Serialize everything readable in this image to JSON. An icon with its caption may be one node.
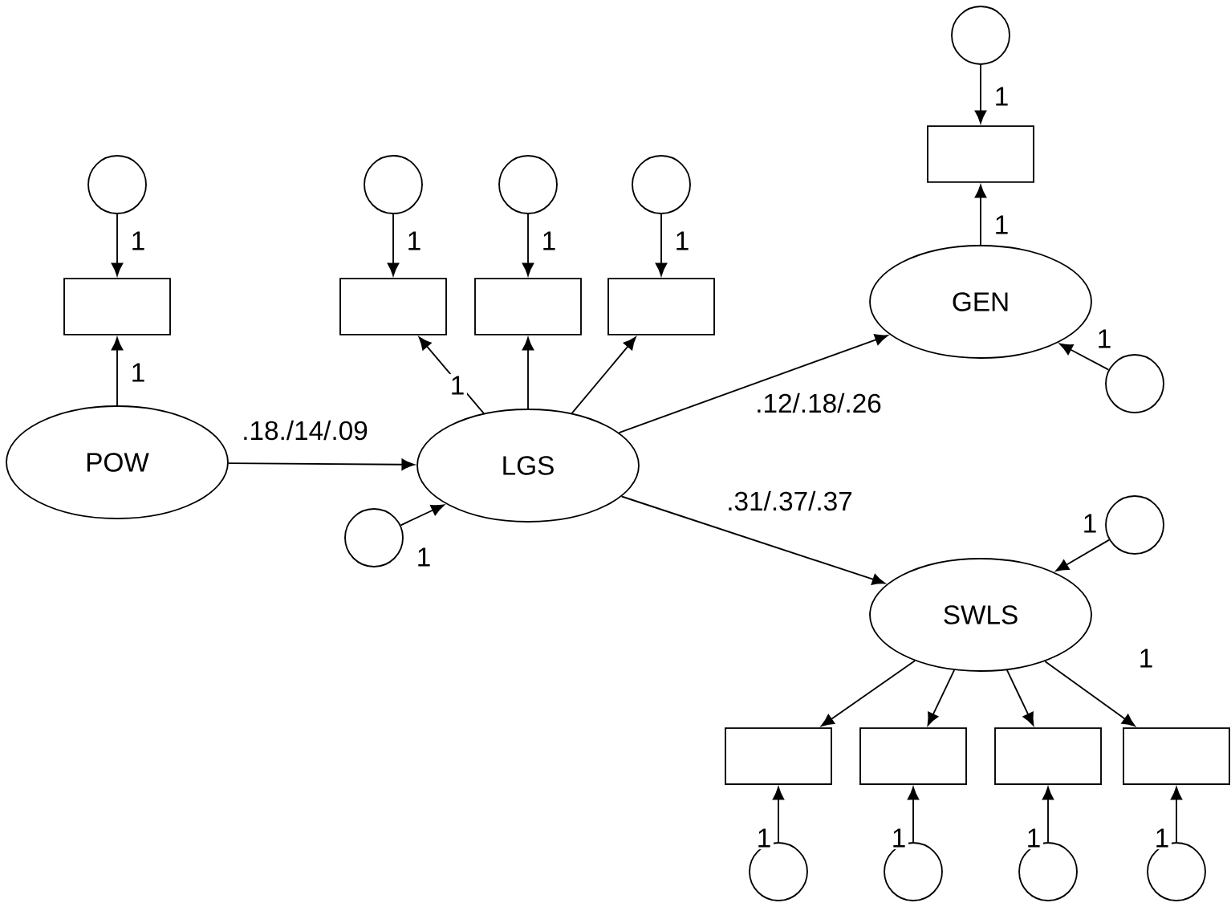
{
  "diagram": {
    "nodes": [
      {
        "text": [
          "POW"
        ]
      },
      {
        "text": [
          "LGS"
        ]
      },
      {
        "text": [
          "GEN"
        ]
      },
      {
        "text": [
          "SWLS"
        ]
      },
      {
        "text": [],
        "shape": "box"
      },
      {
        "text": [],
        "shape": "box"
      },
      {
        "text": [],
        "shape": "box"
      },
      {
        "text": [],
        "shape": "box"
      },
      {
        "text": [],
        "shape": "box"
      },
      {
        "text": [],
        "shape": "box"
      },
      {
        "text": [],
        "shape": "box"
      },
      {
        "text": [],
        "shape": "box"
      },
      {
        "text": [],
        "shape": "box"
      },
      {
        "text": [],
        "shape": "circle"
      },
      {
        "text": [],
        "shape": "circle"
      },
      {
        "text": [],
        "shape": "circle"
      },
      {
        "text": [],
        "shape": "circle"
      },
      {
        "text": [],
        "shape": "circle"
      },
      {
        "text": [],
        "shape": "circle"
      },
      {
        "text": [],
        "shape": "circle"
      },
      {
        "text": [],
        "shape": "circle"
      },
      {
        "text": [],
        "shape": "circle"
      },
      {
        "text": [],
        "shape": "circle"
      },
      {
        "text": [],
        "shape": "circle"
      },
      {
        "text": [],
        "shape": "circle"
      }
    ],
    "edges": [
      {
        "from": 13,
        "to": 4,
        "arrow": "to",
        "label": "1"
      },
      {
        "from": 0,
        "to": 4,
        "arrow": "to",
        "label": "1"
      },
      {
        "from": 0,
        "to": 1,
        "arrow": "to",
        "label": ".18./14/.09"
      },
      {
        "from": 14,
        "to": 5,
        "arrow": "to",
        "label": "1"
      },
      {
        "from": 15,
        "to": 6,
        "arrow": "to",
        "label": "1"
      },
      {
        "from": 16,
        "to": 7,
        "arrow": "to",
        "label": "1"
      },
      {
        "from": 1,
        "to": 5,
        "arrow": "to",
        "label": "1"
      },
      {
        "from": 1,
        "to": 6,
        "arrow": "to"
      },
      {
        "from": 1,
        "to": 7,
        "arrow": "to"
      },
      {
        "from": 17,
        "to": 1,
        "arrow": "to",
        "label": "1"
      },
      {
        "from": 1,
        "to": 2,
        "arrow": "to",
        "label": ".12/.18/.26"
      },
      {
        "from": 1,
        "to": 3,
        "arrow": "to",
        "label": ".31/.37/.37"
      },
      {
        "from": 18,
        "to": 8,
        "arrow": "to",
        "label": "1"
      },
      {
        "from": 2,
        "to": 8,
        "arrow": "to",
        "label": "1"
      },
      {
        "from": 19,
        "to": 2,
        "arrow": "to",
        "label": "1"
      },
      {
        "from": 20,
        "to": 3,
        "arrow": "to",
        "label": "1"
      },
      {
        "from": 3,
        "to": 9,
        "arrow": "to"
      },
      {
        "from": 3,
        "to": 10,
        "arrow": "to"
      },
      {
        "from": 3,
        "to": 11,
        "arrow": "to"
      },
      {
        "from": 3,
        "to": 12,
        "arrow": "to",
        "label": "1"
      },
      {
        "from": 21,
        "to": 9,
        "arrow": "to",
        "label": "1"
      },
      {
        "from": 22,
        "to": 10,
        "arrow": "to",
        "label": "1"
      },
      {
        "from": 23,
        "to": 11,
        "arrow": "to",
        "label": "1"
      },
      {
        "from": 24,
        "to": 12,
        "arrow": "to",
        "label": "1"
      }
    ]
  }
}
